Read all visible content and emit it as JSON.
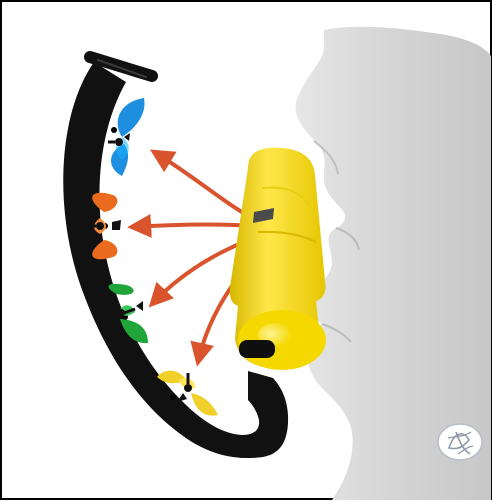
{
  "image": {
    "subject": "breathing-trainer-device",
    "colors": {
      "frame": "#000000",
      "background": "#ffffff",
      "face": "#d7d7d7",
      "face_shadow": "#bdbdbd",
      "device_yellow": "#f7dd1e",
      "device_yellow_dark": "#d3b400",
      "holder_black": "#111111",
      "arrow": "#d9542c",
      "fan_blue": "#1e8fe0",
      "fan_orange": "#ea6a1e",
      "fan_green": "#20a53b",
      "fan_yellow": "#f1d02a",
      "watermark": "#9aa2b0"
    },
    "icons": [
      "face-silhouette",
      "mouthpiece-tube",
      "arc-holder",
      "fan-blade",
      "arrow",
      "watermark-logo"
    ]
  }
}
